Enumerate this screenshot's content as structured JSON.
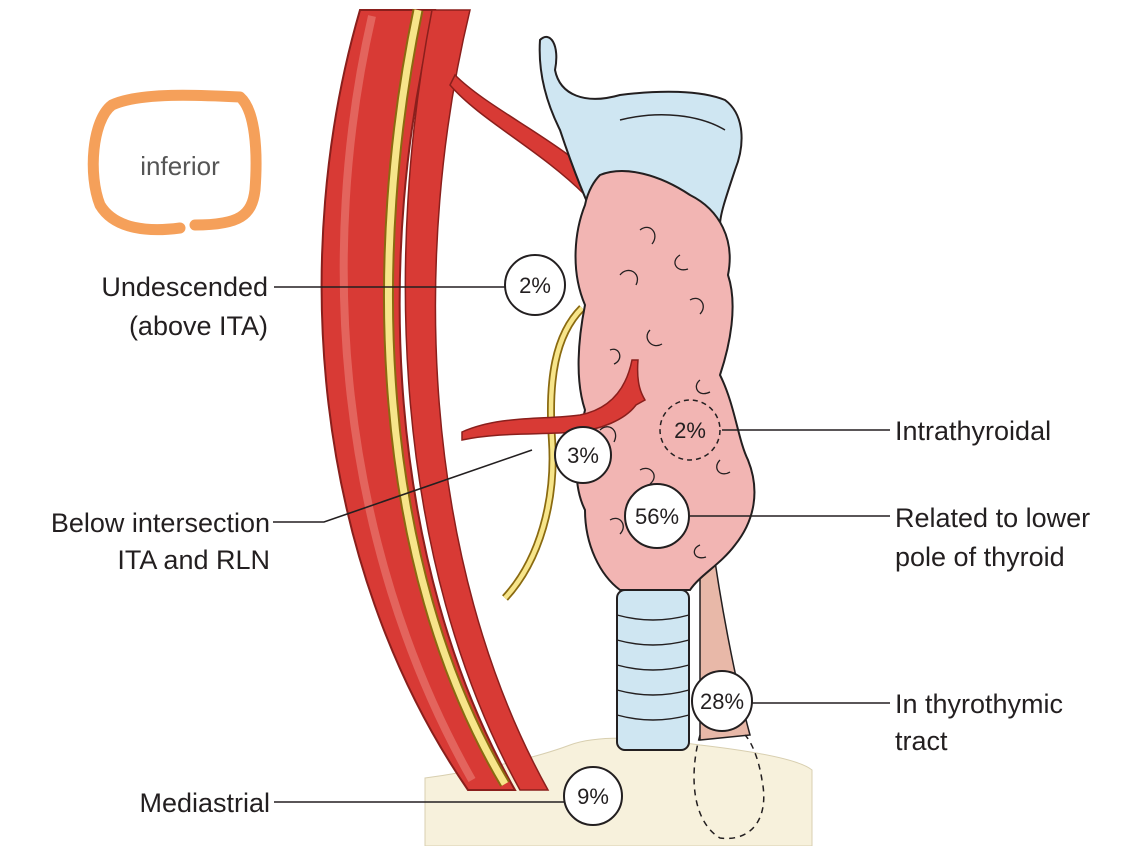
{
  "annotation": {
    "text": "inferior",
    "color": "#f5a05a"
  },
  "labels": {
    "undescended_line1": "Undescended",
    "undescended_line2": "(above ITA)",
    "intrathyroidal": "Intrathyroidal",
    "below_line1": "Below intersection",
    "below_line2": "ITA and RLN",
    "lower_pole_line1": "Related to lower",
    "lower_pole_line2": "pole of thyroid",
    "thyrothymic_line1": "In thyrothymic",
    "thyrothymic_line2": "tract",
    "mediastinal": "Mediastrial"
  },
  "percentages": {
    "undescended": "2%",
    "intrathyroidal": "2%",
    "below_intersection": "3%",
    "lower_pole": "56%",
    "thyrothymic": "28%",
    "mediastinal": "9%"
  },
  "colors": {
    "artery": "#d83a35",
    "artery_dark": "#b92b28",
    "nerve": "#f7e58a",
    "thyroid": "#f2b5b3",
    "cartilage": "#cfe6f2",
    "mediastinum": "#f7f1dc",
    "thymic_tract": "#e8b8a8"
  }
}
